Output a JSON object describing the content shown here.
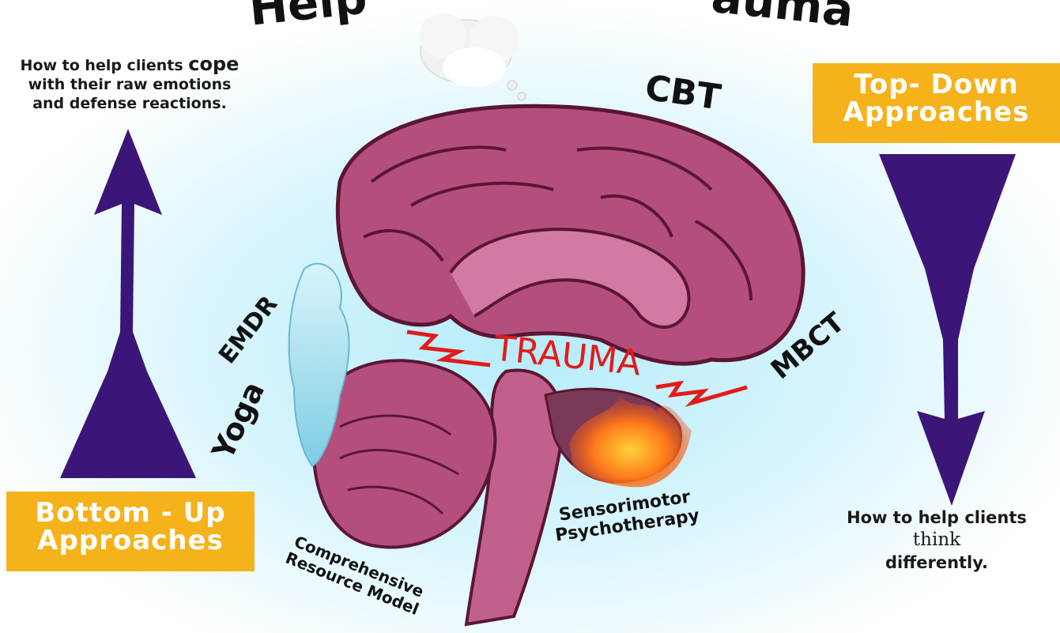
{
  "title": {
    "left": "Help",
    "right": "auma"
  },
  "left_note": {
    "line1_pre": "How to help clients ",
    "line1_em": "cope",
    "line2": "with their raw emotions",
    "line3": "and defense reactions."
  },
  "right_box": {
    "line1": "Top- Down",
    "line2": "Approaches"
  },
  "left_box": {
    "line1": "Bottom - Up",
    "line2": "Approaches"
  },
  "right_note": {
    "line1": "How to help clients",
    "line2": "think",
    "line3": "differently."
  },
  "labels": {
    "cbt": "CBT",
    "mbct": "MBCT",
    "emdr": "EMDR",
    "yoga": "Yoga",
    "trauma": "TRAUMA",
    "sensorimotor_1": "Sensorimotor",
    "sensorimotor_2": "Psychotherapy",
    "crm_1": "Comprehensive",
    "crm_2": "Resource Model"
  },
  "colors": {
    "arrow": "#3c1579",
    "box": "#f6b21b",
    "brain": "#b44f7d",
    "trauma": "#e21b1b",
    "glow": "#bfeffc"
  }
}
